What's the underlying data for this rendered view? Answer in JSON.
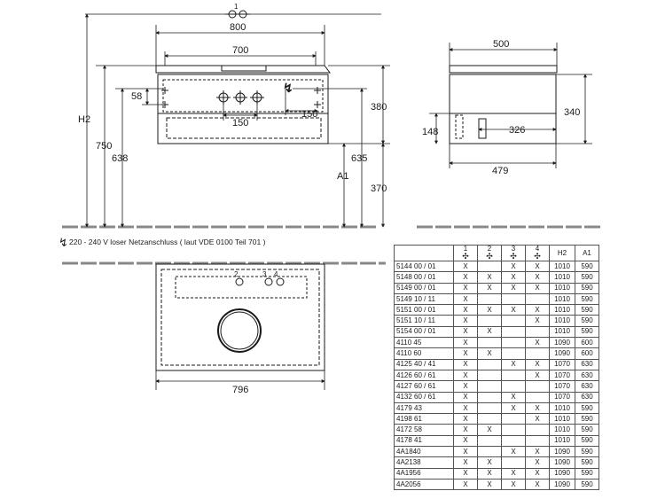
{
  "dims": {
    "top_center_mark": "1",
    "w800": "800",
    "w700": "700",
    "w500": "500",
    "h58": "58",
    "h150a": "150",
    "h150b": "150",
    "h380": "380",
    "h340": "340",
    "h326": "326",
    "h148": "148",
    "w479": "479",
    "H2": "H2",
    "h750": "750",
    "h638": "638",
    "A1": "A1",
    "h635": "635",
    "h370": "370",
    "w796": "796",
    "plan_marks": [
      "2",
      "3",
      "4"
    ]
  },
  "note": "220 - 240 V loser Netzanschluss ( laut VDE 0100 Teil 701 )",
  "table": {
    "headers": [
      "",
      "1",
      "2",
      "3",
      "4",
      "H2",
      "A1"
    ],
    "rows": [
      [
        "5144 00 / 01",
        "X",
        "",
        "X",
        "X",
        "1010",
        "590"
      ],
      [
        "5148 00 / 01",
        "X",
        "X",
        "X",
        "X",
        "1010",
        "590"
      ],
      [
        "5149 00 / 01",
        "X",
        "X",
        "X",
        "X",
        "1010",
        "590"
      ],
      [
        "5149 10 / 11",
        "X",
        "",
        "",
        "",
        "1010",
        "590"
      ],
      [
        "5151 00 / 01",
        "X",
        "X",
        "X",
        "X",
        "1010",
        "590"
      ],
      [
        "5151 10 / 11",
        "X",
        "",
        "",
        "X",
        "1010",
        "590"
      ],
      [
        "5154 00 / 01",
        "X",
        "X",
        "",
        "",
        "1010",
        "590"
      ],
      [
        "4110 45",
        "X",
        "",
        "",
        "X",
        "1090",
        "600"
      ],
      [
        "4110 60",
        "X",
        "X",
        "",
        "",
        "1090",
        "600"
      ],
      [
        "4125 40 / 41",
        "X",
        "",
        "X",
        "X",
        "1070",
        "630"
      ],
      [
        "4126 60 / 61",
        "X",
        "",
        "",
        "X",
        "1070",
        "630"
      ],
      [
        "4127 60 / 61",
        "X",
        "",
        "",
        "",
        "1070",
        "630"
      ],
      [
        "4132 60 / 61",
        "X",
        "",
        "X",
        "",
        "1070",
        "630"
      ],
      [
        "4179 43",
        "X",
        "",
        "X",
        "X",
        "1010",
        "590"
      ],
      [
        "4198 61",
        "X",
        "",
        "",
        "X",
        "1010",
        "590"
      ],
      [
        "4172 58",
        "X",
        "X",
        "",
        "",
        "1010",
        "590"
      ],
      [
        "4178 41",
        "X",
        "",
        "",
        "",
        "1010",
        "590"
      ],
      [
        "4A1840",
        "X",
        "",
        "X",
        "X",
        "1090",
        "590"
      ],
      [
        "4A2138",
        "X",
        "X",
        "",
        "X",
        "1090",
        "590"
      ],
      [
        "4A1956",
        "X",
        "X",
        "X",
        "X",
        "1090",
        "590"
      ],
      [
        "4A2056",
        "X",
        "X",
        "X",
        "X",
        "1090",
        "590"
      ]
    ]
  },
  "colors": {
    "line": "#1a1a1a",
    "wall": "#dcdcdc",
    "hatch": "#9a9a9a"
  }
}
